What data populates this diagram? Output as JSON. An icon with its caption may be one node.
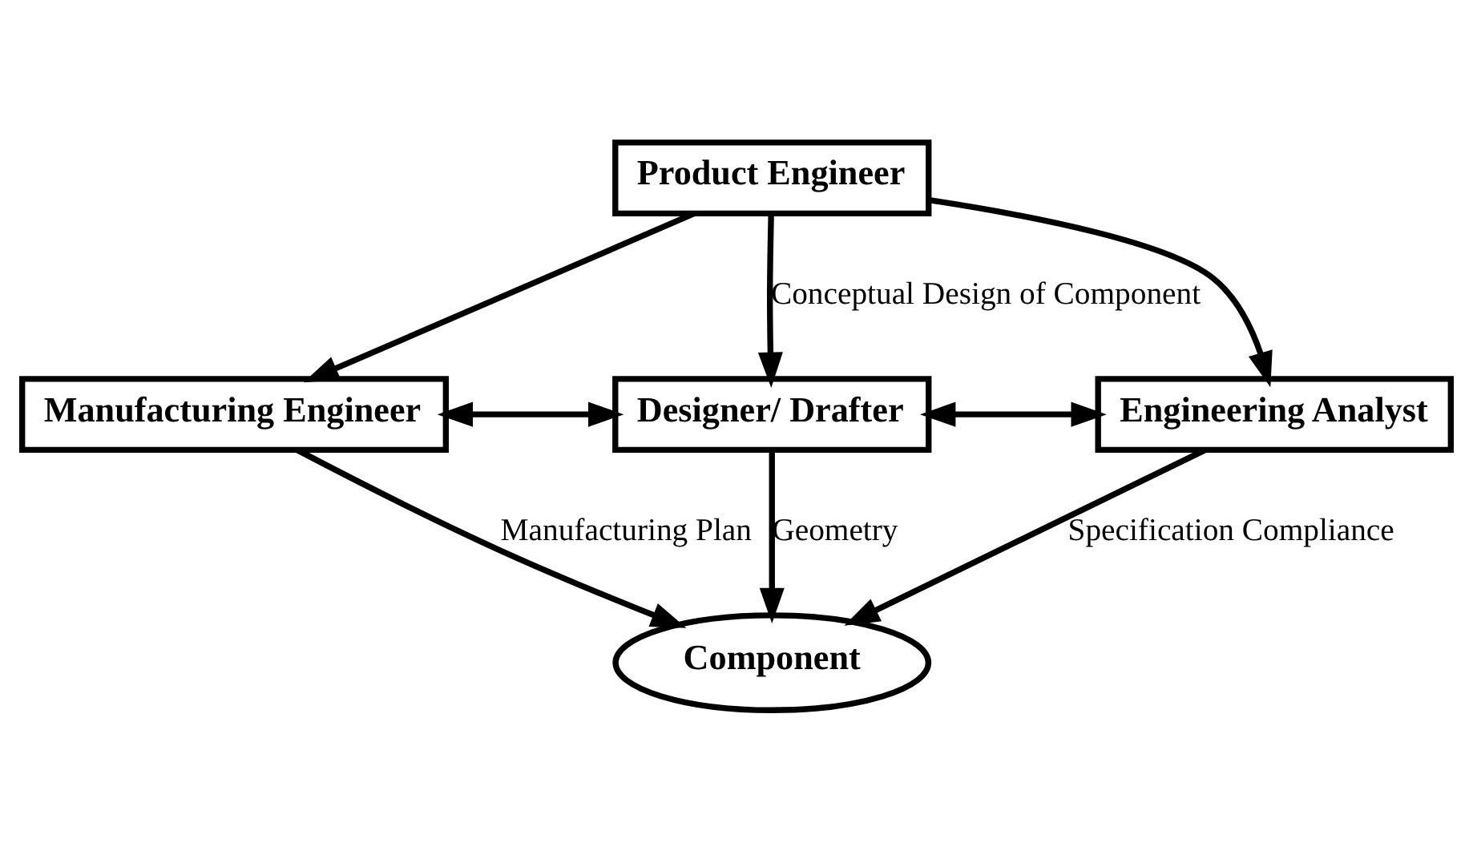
{
  "diagram": {
    "nodes": [
      {
        "text": [
          "Product Engineer"
        ]
      },
      {
        "text": [
          "Manufacturing Engineer"
        ]
      },
      {
        "text": [
          "Designer/ Drafter"
        ]
      },
      {
        "text": [
          "Engineering Analyst"
        ]
      },
      {
        "text": [
          "Component"
        ]
      }
    ],
    "edges": [
      {
        "from": 0,
        "to": 1,
        "arrow": "to"
      },
      {
        "from": 0,
        "to": 2,
        "arrow": "to",
        "label": "Conceptual Design of Component"
      },
      {
        "from": 0,
        "to": 3,
        "arrow": "to"
      },
      {
        "from": 1,
        "to": 2,
        "arrow": "both"
      },
      {
        "from": 2,
        "to": 3,
        "arrow": "both"
      },
      {
        "from": 1,
        "to": 4,
        "arrow": "to",
        "label": "Manufacturing Plan"
      },
      {
        "from": 2,
        "to": 4,
        "arrow": "to",
        "label": "Geometry"
      },
      {
        "from": 3,
        "to": 4,
        "arrow": "to",
        "label": "Specification Compliance"
      }
    ]
  }
}
